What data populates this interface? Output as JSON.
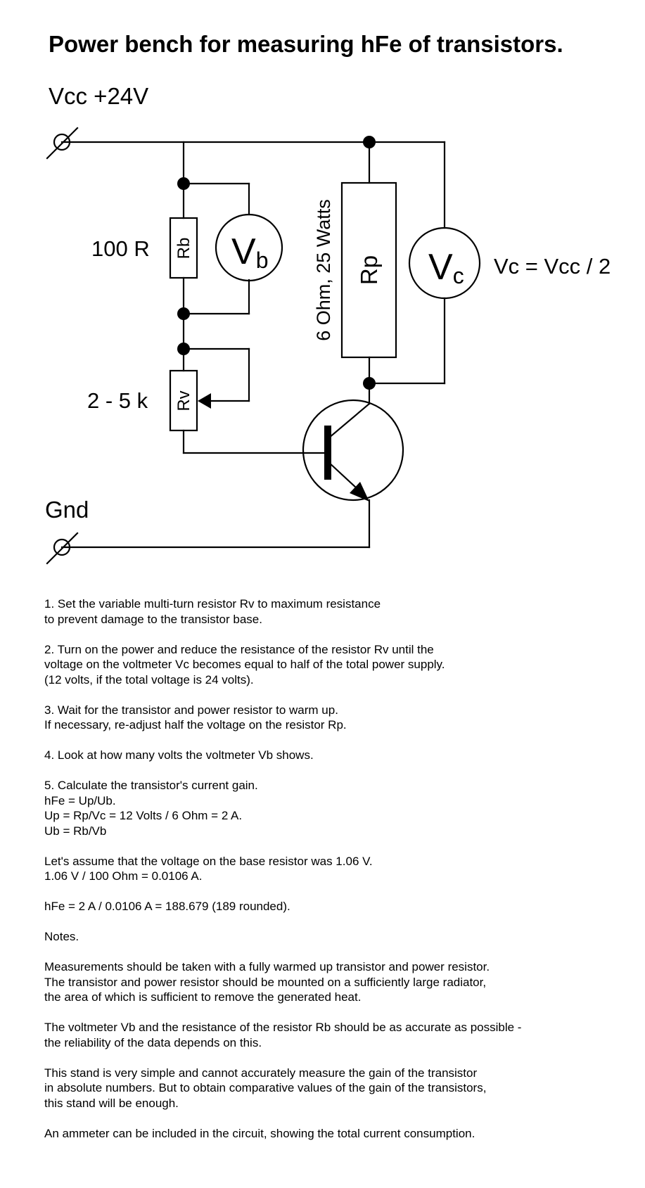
{
  "title": "Power bench for measuring hFe of transistors.",
  "schematic": {
    "vcc_label": "Vcc +24V",
    "gnd_label": "Gnd",
    "rb_value": "100 R",
    "rb_name": "Rb",
    "rv_value": "2 - 5 k",
    "rv_name": "Rv",
    "rp_value": "6 Ohm, 25 Watts",
    "rp_name": "Rp",
    "vb_main": "V",
    "vb_sub": "b",
    "vc_main": "V",
    "vc_sub": "c",
    "vc_formula": "Vc = Vcc / 2"
  },
  "notes": [
    [
      "1. Set the variable multi-turn resistor Rv to maximum resistance",
      "to prevent damage to the transistor base."
    ],
    [
      "2. Turn on the power and reduce the resistance of the resistor Rv until the",
      "voltage on the voltmeter Vc becomes equal to half of the total power supply.",
      "(12 volts, if the total voltage is 24 volts)."
    ],
    [
      "3. Wait for the transistor and power resistor to warm up.",
      "If necessary, re-adjust half the voltage on the resistor Rp."
    ],
    [
      "4. Look at how many volts the voltmeter Vb shows."
    ],
    [
      "5. Calculate the transistor's current gain.",
      "hFe = Up/Ub.",
      "Up = Rp/Vc = 12 Volts / 6 Ohm = 2 A.",
      "Ub = Rb/Vb"
    ],
    [
      "Let's assume that the voltage on the base resistor was 1.06 V.",
      "1.06 V / 100 Ohm = 0.0106 A."
    ],
    [
      "hFe = 2 A / 0.0106 A = 188.679 (189 rounded)."
    ],
    [
      "Notes."
    ],
    [
      "Measurements should be taken with a fully warmed up transistor and power resistor.",
      "The transistor and power resistor should be mounted on a sufficiently large radiator,",
      "the area of which is sufficient to remove the generated heat."
    ],
    [
      "The voltmeter Vb and the resistance of the resistor Rb should be as accurate as possible -",
      "the reliability of the data depends on this."
    ],
    [
      "This stand is very simple and cannot accurately measure the gain of the transistor",
      "in absolute numbers. But to obtain comparative values of the gain of the transistors,",
      "this stand will be enough."
    ],
    [
      "An ammeter can be included in the circuit, showing the total current consumption."
    ]
  ]
}
